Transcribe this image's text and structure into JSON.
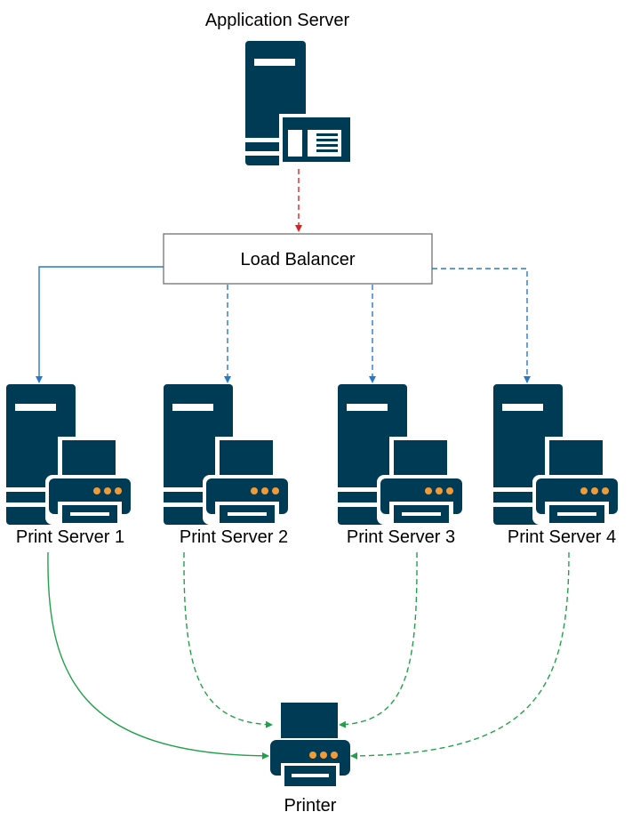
{
  "colors": {
    "icon": "#003b55",
    "printer_lights": "#f29a38",
    "arrow_red": "#e02020",
    "arrow_blue": "#2878c8",
    "arrow_green": "#21a04a",
    "box_stroke": "#666666"
  },
  "app_server": {
    "label": "Application Server",
    "icon": "server-with-document-icon"
  },
  "load_balancer": {
    "label": "Load Balancer"
  },
  "print_servers": [
    {
      "label": "Print Server 1",
      "icon": "server-with-printer-icon"
    },
    {
      "label": "Print Server 2",
      "icon": "server-with-printer-icon"
    },
    {
      "label": "Print Server 3",
      "icon": "server-with-printer-icon"
    },
    {
      "label": "Print Server 4",
      "icon": "server-with-printer-icon"
    }
  ],
  "printer": {
    "label": "Printer",
    "icon": "printer-icon"
  },
  "connections": [
    {
      "from": "Application Server",
      "to": "Load Balancer",
      "style": "dashed",
      "color": "red"
    },
    {
      "from": "Load Balancer",
      "to": "Print Server 1",
      "style": "solid",
      "color": "blue"
    },
    {
      "from": "Load Balancer",
      "to": "Print Server 2",
      "style": "dashed",
      "color": "blue"
    },
    {
      "from": "Load Balancer",
      "to": "Print Server 3",
      "style": "dashed",
      "color": "blue"
    },
    {
      "from": "Load Balancer",
      "to": "Print Server 4",
      "style": "dashed",
      "color": "blue"
    },
    {
      "from": "Print Server 1",
      "to": "Printer",
      "style": "solid",
      "color": "green"
    },
    {
      "from": "Print Server 2",
      "to": "Printer",
      "style": "dashed",
      "color": "green"
    },
    {
      "from": "Print Server 3",
      "to": "Printer",
      "style": "dashed",
      "color": "green"
    },
    {
      "from": "Print Server 4",
      "to": "Printer",
      "style": "dashed",
      "color": "green"
    }
  ]
}
